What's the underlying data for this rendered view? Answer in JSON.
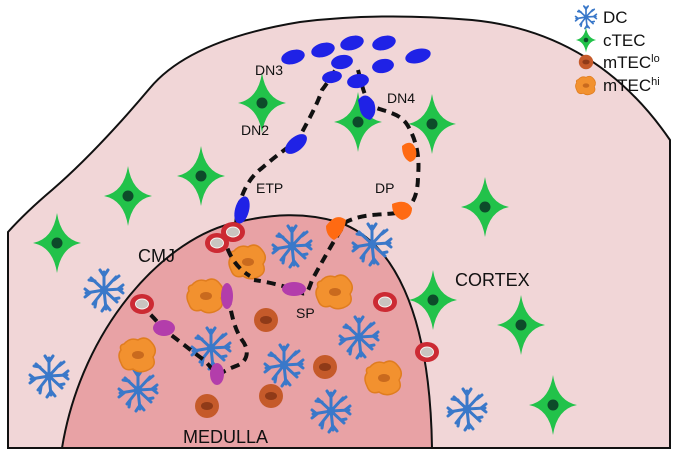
{
  "regions": {
    "cortex": "CORTEX",
    "medulla": "MEDULLA",
    "cmj": "CMJ"
  },
  "stages": {
    "etp": "ETP",
    "dn2": "DN2",
    "dn3": "DN3",
    "dn4": "DN4",
    "dp": "DP",
    "sp": "SP"
  },
  "legend": {
    "dc": "DC",
    "ctec": "cTEC",
    "mtec_lo_base": "mTEC",
    "mtec_lo_sup": "lo",
    "mtec_hi_base": "mTEC",
    "mtec_hi_sup": "hi"
  },
  "colors": {
    "cortex_fill": "#f1d6d7",
    "medulla_fill": "#e8a2a5",
    "outline": "#111111",
    "dc": "#3a78c9",
    "ctec": "#22c24a",
    "ctec_nucleus": "#0d4b2a",
    "mtec_lo": "#c55a2a",
    "mtec_hi": "#f2912f",
    "dn_cell": "#1f22e6",
    "dp_cell": "#ff6a12",
    "sp_cell": "#b33dab",
    "progenitor_ring": "#cc2a33"
  }
}
